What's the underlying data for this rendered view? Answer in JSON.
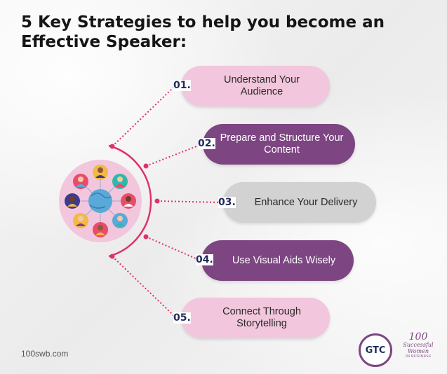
{
  "title": {
    "line1": "5 Key Strategies to help you become an",
    "line2": "Effective Speaker:"
  },
  "strategies": [
    {
      "num": "01.",
      "label": "Understand Your Audience",
      "style": "pink"
    },
    {
      "num": "02.",
      "label": "Prepare and Structure Your Content",
      "style": "purple"
    },
    {
      "num": "03.",
      "label": "Enhance Your Delivery",
      "style": "gray"
    },
    {
      "num": "04.",
      "label": "Use Visual Aids Wisely",
      "style": "purple"
    },
    {
      "num": "05.",
      "label": "Connect Through Storytelling",
      "style": "pink"
    }
  ],
  "footer": {
    "website": "100swb.com"
  },
  "logos": {
    "gtc": "GTC",
    "swb_number": "100",
    "swb_line1": "Successful",
    "swb_line2": "Women",
    "swb_line3": "IN BUSINESS"
  },
  "colors": {
    "accent_pink": "#e0306e",
    "pill_pink": "#f2c6dc",
    "pill_purple": "#7d4582",
    "pill_gray": "#d2d2d2",
    "number_navy": "#1f2a5c"
  },
  "icons": [
    "people-network-icon",
    "globe-icon",
    "dotted-connector-icon"
  ]
}
